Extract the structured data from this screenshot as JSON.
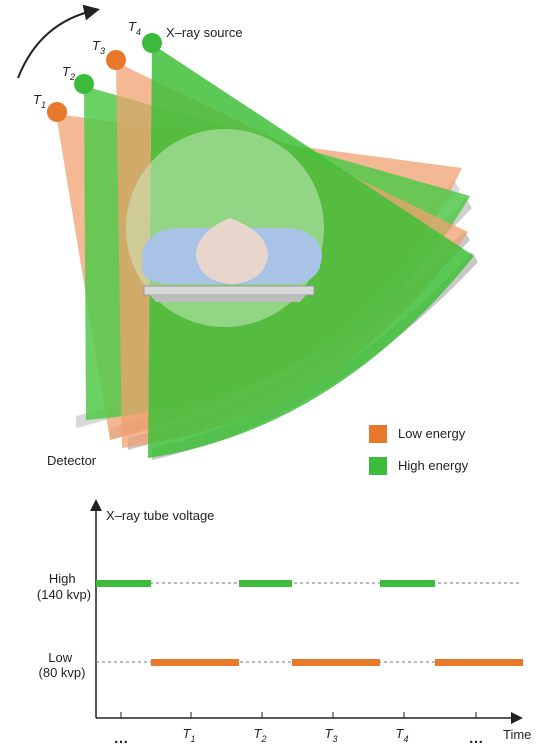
{
  "scanner": {
    "source_label": "X–ray source",
    "detector_label": "Detector",
    "positions": [
      {
        "letter": "T",
        "sub": "1",
        "energy": "low"
      },
      {
        "letter": "T",
        "sub": "2",
        "energy": "high"
      },
      {
        "letter": "T",
        "sub": "3",
        "energy": "low"
      },
      {
        "letter": "T",
        "sub": "4",
        "energy": "high"
      }
    ]
  },
  "legend": {
    "items": [
      {
        "label": "Low energy",
        "color": "#e8782a"
      },
      {
        "label": "High energy",
        "color": "#3dbb3d"
      }
    ]
  },
  "timing": {
    "y_axis_label": "X–ray tube voltage",
    "x_axis_label": "Time",
    "high_level": {
      "line1": "High",
      "line2": "(140 kvp)"
    },
    "low_level": {
      "line1": "Low",
      "line2": "(80 kvp)"
    },
    "ticks": [
      {
        "letter": "",
        "sub": "",
        "dots": "…"
      },
      {
        "letter": "T",
        "sub": "1",
        "dots": ""
      },
      {
        "letter": "T",
        "sub": "2",
        "dots": ""
      },
      {
        "letter": "T",
        "sub": "3",
        "dots": ""
      },
      {
        "letter": "T",
        "sub": "4",
        "dots": ""
      },
      {
        "letter": "",
        "sub": "",
        "dots": "…"
      }
    ]
  },
  "colors": {
    "low": "#e8782a",
    "high": "#3dbb3d",
    "low_fan": "#f0a070",
    "high_fan": "#52c94a",
    "detector": "#c8c8c8",
    "patient": "#a9c3e6",
    "head": "#e8d6cc"
  }
}
